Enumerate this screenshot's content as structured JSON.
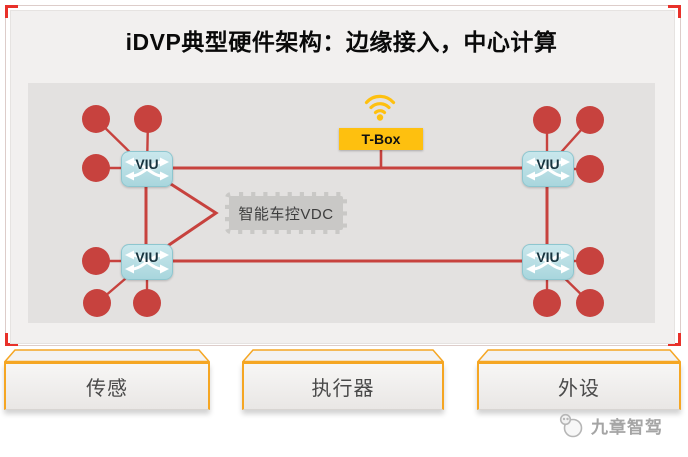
{
  "title": "iDVP典型硬件架构：边缘接入，中心计算",
  "architecture": {
    "tbox": "T-Box",
    "vdc": "智能车控VDC",
    "viu": "VIU",
    "node_counts": {
      "viu_nodes": 4,
      "endpoint_circles": 12
    }
  },
  "bottom_boxes": [
    {
      "label": "传感"
    },
    {
      "label": "执行器"
    },
    {
      "label": "外设"
    }
  ],
  "watermark": {
    "text": "九章智驾"
  },
  "icons": {
    "wifi": "wifi-icon",
    "viu_switch": "switch-arrows-icon",
    "brand": "panda-logo-icon"
  },
  "colors": {
    "line_red": "#C7423E",
    "tbox_gold": "#FEC00F",
    "viu_teal": "#B7DEE3",
    "frame_red": "#E8312A",
    "box_border_orange": "#F5A623",
    "inner_panel_gray": "#E3E1E0",
    "outer_panel_gray": "#F2F0EF"
  }
}
